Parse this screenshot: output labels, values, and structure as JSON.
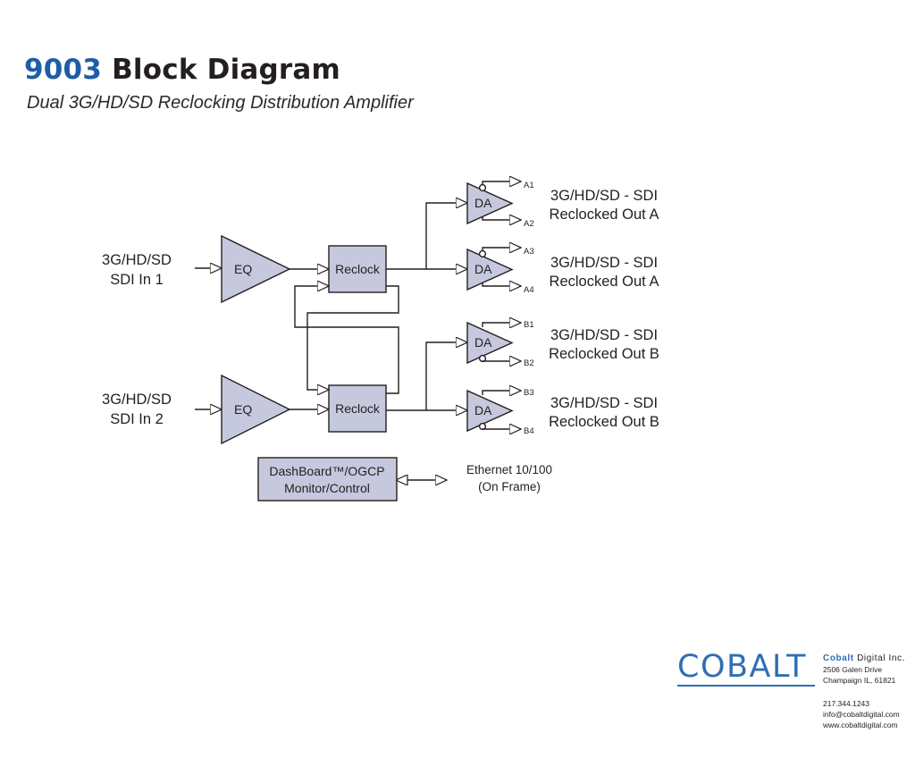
{
  "header": {
    "model": "9003",
    "title_rest": "Block Diagram",
    "subtitle": "Dual 3G/HD/SD Reclocking Distribution Amplifier"
  },
  "inputs": [
    {
      "line1": "3G/HD/SD",
      "line2": "SDI In 1"
    },
    {
      "line1": "3G/HD/SD",
      "line2": "SDI In 2"
    }
  ],
  "blocks": {
    "eq": "EQ",
    "reclock": "Reclock",
    "da": "DA",
    "control_line1": "DashBoard™/OGCP",
    "control_line2": "Monitor/Control"
  },
  "da_outputs": [
    {
      "top": "A1",
      "bottom": "A2"
    },
    {
      "top": "A3",
      "bottom": "A4"
    },
    {
      "top": "B1",
      "bottom": "B2"
    },
    {
      "top": "B3",
      "bottom": "B4"
    }
  ],
  "outputs": [
    {
      "line1": "3G/HD/SD - SDI",
      "line2": "Reclocked Out A"
    },
    {
      "line1": "3G/HD/SD - SDI",
      "line2": "Reclocked Out A"
    },
    {
      "line1": "3G/HD/SD - SDI",
      "line2": "Reclocked Out B"
    },
    {
      "line1": "3G/HD/SD - SDI",
      "line2": "Reclocked Out B"
    }
  ],
  "ethernet": {
    "line1": "Ethernet 10/100",
    "line2": "(On Frame)"
  },
  "footer": {
    "logo_text": "COBALT",
    "company_brand": "Cobalt",
    "company_rest": " Digital Inc.",
    "address1": "2506 Galen Drive",
    "address2": "Champaign IL, 61821",
    "phone": "217.344.1243",
    "email": "info@cobaltdigital.com",
    "web": "www.cobaltdigital.com"
  },
  "colors": {
    "accent": "#1d5da8",
    "block_fill": "#c6c8dd",
    "line": "#231f20"
  }
}
